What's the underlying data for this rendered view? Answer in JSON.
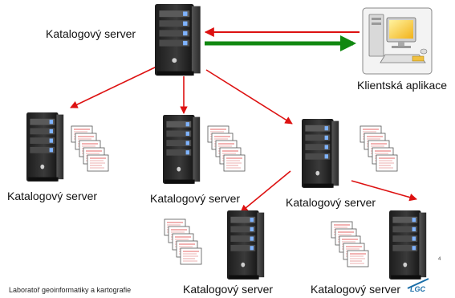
{
  "nodes": {
    "root_server": {
      "label": "Katalogový server"
    },
    "client": {
      "label": "Klientská aplikace"
    },
    "server_left": {
      "label": "Katalogový server"
    },
    "server_middle": {
      "label": "Katalogový server"
    },
    "server_right": {
      "label": "Katalogový server"
    },
    "server_bottom_left": {
      "label": "Katalogový server"
    },
    "server_bottom_right": {
      "label": "Katalogový server"
    }
  },
  "footer": {
    "text": "Laboratoř geoinformatiky a kartografie"
  },
  "page_number": "4",
  "logo": {
    "text": "LGC",
    "icon": "lgc-logo-icon"
  },
  "edges": [
    {
      "from": "client",
      "to": "root_server",
      "color": "#dd1111"
    },
    {
      "from": "root_server",
      "to": "client",
      "color": "#118811"
    },
    {
      "from": "root_server",
      "to": "server_left",
      "color": "#dd1111"
    },
    {
      "from": "root_server",
      "to": "server_middle",
      "color": "#dd1111"
    },
    {
      "from": "root_server",
      "to": "server_right",
      "color": "#dd1111"
    },
    {
      "from": "server_right",
      "to": "server_bottom_left",
      "color": "#dd1111"
    },
    {
      "from": "server_right",
      "to": "server_bottom_right",
      "color": "#dd1111"
    }
  ],
  "icons": {
    "server": "server-tower-icon",
    "documents": "document-stack-icon",
    "workstation": "workstation-icon"
  }
}
